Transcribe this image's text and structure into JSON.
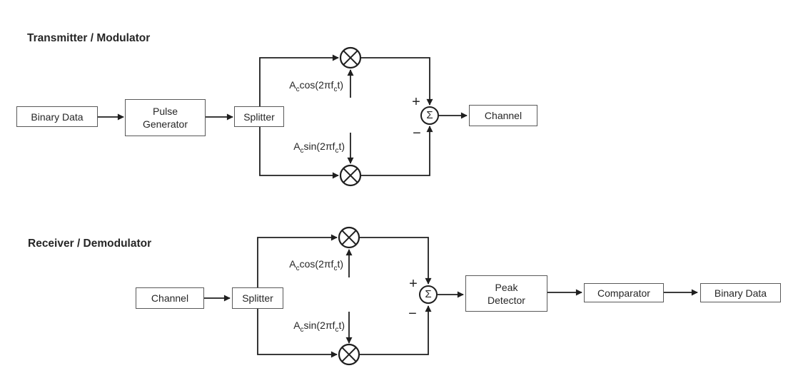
{
  "transmitter": {
    "title": "Transmitter / Modulator",
    "blocks": {
      "binary_data": "Binary Data",
      "pulse_generator": [
        "Pulse",
        "Generator"
      ],
      "splitter": "Splitter",
      "channel": "Channel"
    }
  },
  "receiver": {
    "title": "Receiver / Demodulator",
    "blocks": {
      "channel": "Channel",
      "splitter": "Splitter",
      "peak_detector": [
        "Peak",
        "Detector"
      ],
      "comparator": "Comparator",
      "binary_data": "Binary Data"
    }
  },
  "signals": {
    "cos": {
      "amp": "A",
      "amp_sub": "c",
      "body": "cos(2πf",
      "freq_sub": "c",
      "tail": "t)"
    },
    "sin": {
      "amp": "A",
      "amp_sub": "c",
      "body": "sin(2πf",
      "freq_sub": "c",
      "tail": "t)"
    }
  },
  "symbols": {
    "sum": "Σ",
    "plus": "+",
    "minus": "−",
    "multiplier": "⊗"
  },
  "colors": {
    "wire": "#1f1f1f",
    "box_border": "#595959",
    "text": "#262626",
    "background": "#ffffff"
  }
}
